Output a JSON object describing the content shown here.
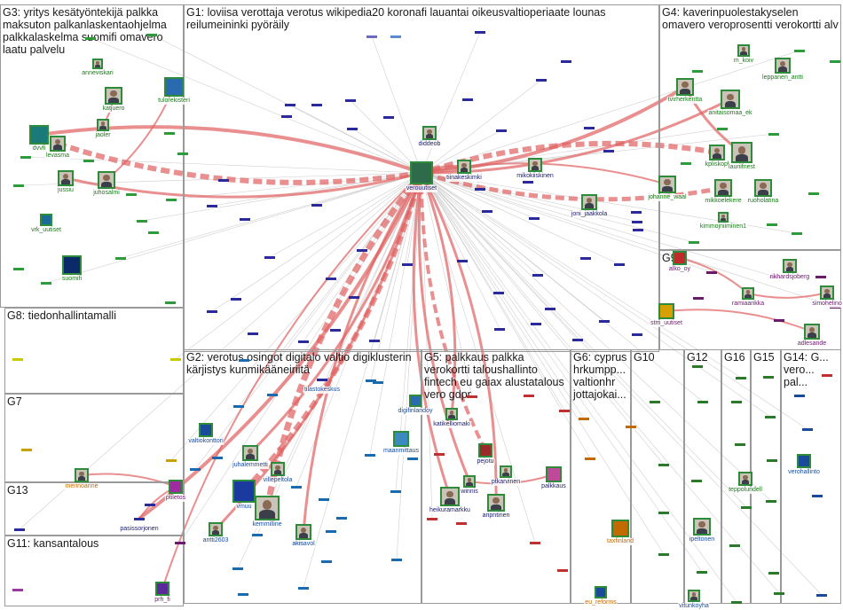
{
  "colors": {
    "edge": "#e06060",
    "edge_light": "#bbbbbb",
    "node_border": "#2e8b3a",
    "box_border": "#9a9a9a",
    "label_green": "#1a7a1a",
    "label_navy": "#1a1a6a",
    "label_purple": "#6a1a6a",
    "label_orange": "#c06a00",
    "label_blue": "#1a4a9a"
  },
  "groups": [
    {
      "id": "g3",
      "label": "G3: yritys kesätyöntekijä palkka maksuton palkanlaskentaohjelma palkkalaskelma suomifi omavero laatu palvelu"
    },
    {
      "id": "g1",
      "label": "G1: loviisa verottaja verotus wikipedia20 koronafi lauantai oikeusvaltioperiaate lounas reilumeininki pyöräily"
    },
    {
      "id": "g4",
      "label": "G4: kaverinpuolestakyselen omavero veroprosentti verokortti alv"
    },
    {
      "id": "g9",
      "label": "G9"
    },
    {
      "id": "g8",
      "label": "G8: tiedonhallintamalli"
    },
    {
      "id": "g2",
      "label": "G2: verotus osingot digitalo valtio digiklusterin kärjistys kunmikääneiriitä"
    },
    {
      "id": "g5",
      "label": "G5: palkkaus palkka verokortti taloushallinto fintech eu gaiax alustatalous vero gdpr"
    },
    {
      "id": "g6",
      "label": "G6: cyprus hrkumpp... valtionhr jottajokai..."
    },
    {
      "id": "g10",
      "label": "G10"
    },
    {
      "id": "g12",
      "label": "G12"
    },
    {
      "id": "g16",
      "label": "G16"
    },
    {
      "id": "g15",
      "label": "G15"
    },
    {
      "id": "g14",
      "label": "G14: G... vero... pal..."
    },
    {
      "id": "g7",
      "label": "G7"
    },
    {
      "id": "g13",
      "label": "G13"
    },
    {
      "id": "g11",
      "label": "G11: kansantalous"
    }
  ],
  "nodes": [
    {
      "id": "verouutiset",
      "label": "verouutiset",
      "color": "label_navy",
      "kind": "logo"
    },
    {
      "id": "diddeob",
      "label": "diddeob",
      "color": "label_navy",
      "kind": "avatar"
    },
    {
      "id": "tiinakeskimki",
      "label": "tiinakeskimki",
      "color": "label_navy",
      "kind": "avatar"
    },
    {
      "id": "mikokiiskinen",
      "label": "mikokiiskinen",
      "color": "label_navy",
      "kind": "avatar"
    },
    {
      "id": "joni_jaakkola",
      "label": "joni_jaakkola",
      "color": "label_navy",
      "kind": "avatar"
    },
    {
      "id": "anneviskari",
      "label": "anneviskari",
      "color": "label_green",
      "kind": "avatar"
    },
    {
      "id": "katjuero",
      "label": "katjuero",
      "color": "label_green",
      "kind": "avatar"
    },
    {
      "id": "tulorekisteri",
      "label": "tulorekisteri",
      "color": "label_green",
      "kind": "logo"
    },
    {
      "id": "jaoler",
      "label": "jaoler",
      "color": "label_green",
      "kind": "avatar"
    },
    {
      "id": "dvvfi",
      "label": "dvvfi",
      "color": "label_green",
      "kind": "logo"
    },
    {
      "id": "levasma",
      "label": "levasma",
      "color": "label_green",
      "kind": "avatar"
    },
    {
      "id": "jussiu",
      "label": "jussiu",
      "color": "label_green",
      "kind": "avatar"
    },
    {
      "id": "juhosalmi",
      "label": "juhosalmi",
      "color": "label_green",
      "kind": "avatar"
    },
    {
      "id": "vrk_uutiset",
      "label": "vrk_uutiset",
      "color": "label_green",
      "kind": "logo"
    },
    {
      "id": "suomifi",
      "label": "suomifi",
      "color": "label_green",
      "kind": "logo"
    },
    {
      "id": "m_koiv",
      "label": "m_koiv",
      "color": "label_green",
      "kind": "avatar"
    },
    {
      "id": "leppanen_antti",
      "label": "leppanen_antti",
      "color": "label_green",
      "kind": "avatar"
    },
    {
      "id": "tvirherkentta",
      "label": "tvirherkentta",
      "color": "label_green",
      "kind": "avatar"
    },
    {
      "id": "anitaisomaa_ek",
      "label": "anitaisomaa_ek",
      "color": "label_green",
      "kind": "avatar"
    },
    {
      "id": "kpliskopl",
      "label": "kpliskopl",
      "color": "label_green",
      "kind": "avatar"
    },
    {
      "id": "lauriifnest",
      "label": "lauriifnest",
      "color": "label_green",
      "kind": "avatar"
    },
    {
      "id": "johanne_waal",
      "label": "johanne_waal",
      "color": "label_green",
      "kind": "avatar"
    },
    {
      "id": "mikkoelekere",
      "label": "mikkoelekere",
      "color": "label_green",
      "kind": "avatar"
    },
    {
      "id": "ruoholatina",
      "label": "ruoholatina",
      "color": "label_green",
      "kind": "avatar"
    },
    {
      "id": "kimmojniiminen1",
      "label": "kimmojniiminen1",
      "color": "label_green",
      "kind": "avatar"
    },
    {
      "id": "alko_oy",
      "label": "alko_oy",
      "color": "label_purple",
      "kind": "logo"
    },
    {
      "id": "rikhardsjoberg",
      "label": "rikhardsjoberg",
      "color": "label_purple",
      "kind": "avatar"
    },
    {
      "id": "ramiaarikka",
      "label": "ramiaarikka",
      "color": "label_purple",
      "kind": "avatar"
    },
    {
      "id": "simohelino",
      "label": "simohelino",
      "color": "label_purple",
      "kind": "avatar"
    },
    {
      "id": "stm_uutiset",
      "label": "stm_uutiset",
      "color": "label_purple",
      "kind": "logo"
    },
    {
      "id": "adlesande",
      "label": "adlesande",
      "color": "label_purple",
      "kind": "avatar"
    },
    {
      "id": "tilastokeskus",
      "label": "tilastokeskus",
      "color": "label_blue",
      "kind": "mini"
    },
    {
      "id": "valtiokonttori",
      "label": "valtiokonttori",
      "color": "label_blue",
      "kind": "logo"
    },
    {
      "id": "juhalemmetti",
      "label": "juhalemmetti",
      "color": "label_blue",
      "kind": "avatar"
    },
    {
      "id": "villepeltola",
      "label": "villepeltola",
      "color": "label_blue",
      "kind": "avatar"
    },
    {
      "id": "vmuutiset",
      "label": "vmuu",
      "color": "label_blue",
      "kind": "logo"
    },
    {
      "id": "kemmilline",
      "label": "kemmilline",
      "color": "label_blue",
      "kind": "avatar"
    },
    {
      "id": "antti2603",
      "label": "antti2603",
      "color": "label_blue",
      "kind": "avatar"
    },
    {
      "id": "akisavol",
      "label": "akisavol",
      "color": "label_blue",
      "kind": "avatar"
    },
    {
      "id": "maanmittaus",
      "label": "maanmittaus",
      "color": "label_blue",
      "kind": "logo"
    },
    {
      "id": "digifinlandoy",
      "label": "digifinlandoy",
      "color": "label_blue",
      "kind": "logo"
    },
    {
      "id": "katikelliomaki",
      "label": "katikelliomaki",
      "color": "label_navy",
      "kind": "avatar"
    },
    {
      "id": "pejotu",
      "label": "pejotu",
      "color": "label_navy",
      "kind": "logo"
    },
    {
      "id": "winnis",
      "label": "winnis",
      "color": "label_navy",
      "kind": "avatar"
    },
    {
      "id": "ptkarvinen",
      "label": "ptkarvinen",
      "color": "label_navy",
      "kind": "avatar"
    },
    {
      "id": "palkkaus",
      "label": "palkkaus",
      "color": "label_navy",
      "kind": "logo"
    },
    {
      "id": "heikuramarkku",
      "label": "heikuramarkku",
      "color": "label_navy",
      "kind": "avatar"
    },
    {
      "id": "aripntinen",
      "label": "aripntinen",
      "color": "label_navy",
      "kind": "avatar"
    },
    {
      "id": "taxfinland",
      "label": "taxfinland",
      "color": "label_orange",
      "kind": "logo"
    },
    {
      "id": "eu_reforms",
      "label": "eu_reforms",
      "color": "label_orange",
      "kind": "logo"
    },
    {
      "id": "ipeltonen",
      "label": "ipeltonen",
      "color": "label_blue",
      "kind": "avatar"
    },
    {
      "id": "vitunkoyha",
      "label": "vitunkoyha",
      "color": "label_blue",
      "kind": "avatar"
    },
    {
      "id": "teppolundell",
      "label": "teppolundell",
      "color": "label_green",
      "kind": "avatar"
    },
    {
      "id": "verohallinto",
      "label": "verohallinto",
      "color": "label_blue",
      "kind": "logo"
    },
    {
      "id": "merinoanne",
      "label": "merinoanne",
      "color": "label_orange",
      "kind": "avatar"
    },
    {
      "id": "ptiletos",
      "label": "ptiletos",
      "color": "label_purple",
      "kind": "logo"
    },
    {
      "id": "pasissorjonen",
      "label": "pasissorjonen",
      "color": "label_navy",
      "kind": "mini"
    },
    {
      "id": "prh_fi",
      "label": "prh_fi",
      "color": "label_purple",
      "kind": "logo"
    }
  ]
}
